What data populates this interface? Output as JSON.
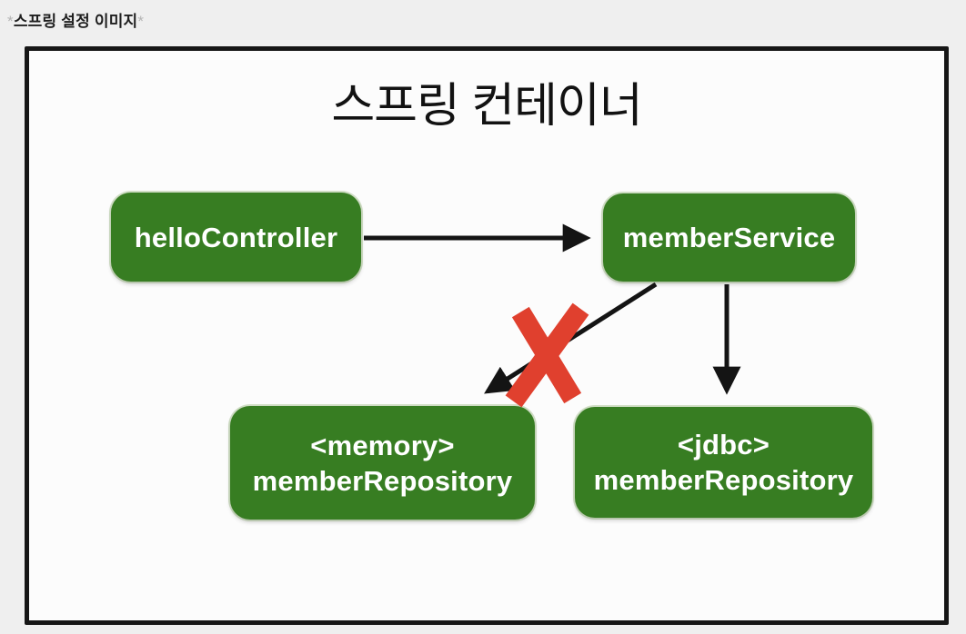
{
  "caption": {
    "prefix": "*",
    "text": "스프링 설정 이미지",
    "suffix": "*"
  },
  "diagram": {
    "title": "스프링 컨테이너",
    "nodes": {
      "hello_controller": {
        "label": "helloController"
      },
      "member_service": {
        "label": "memberService"
      },
      "memory_repository": {
        "label_line1": "<memory>",
        "label_line2": "memberRepository"
      },
      "jdbc_repository": {
        "label_line1": "<jdbc>",
        "label_line2": "memberRepository"
      }
    },
    "edges": [
      {
        "from": "helloController",
        "to": "memberService",
        "status": "active"
      },
      {
        "from": "memberService",
        "to": "<memory> memberRepository",
        "status": "rejected"
      },
      {
        "from": "memberService",
        "to": "<jdbc> memberRepository",
        "status": "active"
      }
    ],
    "colors": {
      "node_fill": "#377d22",
      "node_text": "#ffffff",
      "arrow": "#141414",
      "cross_mark": "#e0402e",
      "frame_border": "#161616",
      "frame_background": "#fcfcfc",
      "page_background": "#efefef"
    }
  }
}
